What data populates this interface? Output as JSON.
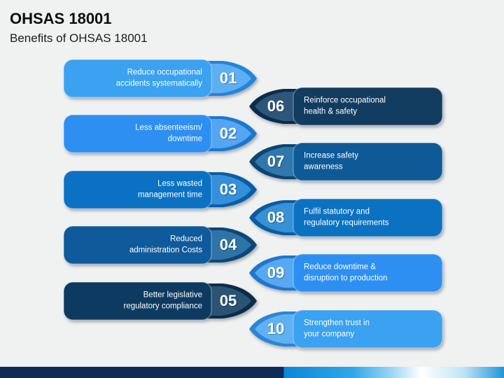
{
  "slide": {
    "title": "OHSAS 18001",
    "subtitle": "Benefits of OHSAS 18001",
    "background_color": "#f0f1f1",
    "footer_navy": "#0d2a58",
    "footer_blue": "#0c86d6"
  },
  "items": [
    {
      "number": "01",
      "side": "left",
      "lines": [
        "Reduce occupational",
        "accidents systematically"
      ],
      "body_color": "#3ba1f1",
      "arrow_outer": "#2484d8",
      "arrow_inner": "#5daff4"
    },
    {
      "number": "02",
      "side": "left",
      "lines": [
        "Less absenteeism/",
        "downtime"
      ],
      "body_color": "#2e8ff2",
      "arrow_outer": "#1c77cc",
      "arrow_inner": "#54a5f2"
    },
    {
      "number": "03",
      "side": "left",
      "lines": [
        "Less wasted",
        "management time"
      ],
      "body_color": "#0b72c3",
      "arrow_outer": "#0a5ea6",
      "arrow_inner": "#3490da"
    },
    {
      "number": "04",
      "side": "left",
      "lines": [
        "Reduced",
        "administration Costs"
      ],
      "body_color": "#0e5a9a",
      "arrow_outer": "#0b4677",
      "arrow_inner": "#2f74a8"
    },
    {
      "number": "05",
      "side": "left",
      "lines": [
        "Better legislative",
        "regulatory compliance"
      ],
      "body_color": "#0d3a60",
      "arrow_outer": "#0a2c49",
      "arrow_inner": "#2b5474"
    },
    {
      "number": "06",
      "side": "right",
      "lines": [
        "Reinforce occupational",
        "health & safety"
      ],
      "body_color": "#123c5f",
      "arrow_outer": "#0b2d4b",
      "arrow_inner": "#2e567a"
    },
    {
      "number": "07",
      "side": "right",
      "lines": [
        "Increase safety",
        "awareness"
      ],
      "body_color": "#0e5a97",
      "arrow_outer": "#0b4572",
      "arrow_inner": "#3077ab"
    },
    {
      "number": "08",
      "side": "right",
      "lines": [
        "Fulfil statutory and",
        "regulatory requirements"
      ],
      "body_color": "#0b72c1",
      "arrow_outer": "#095c9f",
      "arrow_inner": "#3890d6"
    },
    {
      "number": "09",
      "side": "right",
      "lines": [
        "Reduce downtime &",
        "disruption to production"
      ],
      "body_color": "#2e8ff2",
      "arrow_outer": "#2076c9",
      "arrow_inner": "#57a8f2"
    },
    {
      "number": "10",
      "side": "right",
      "lines": [
        "Strengthen trust in",
        "your company"
      ],
      "body_color": "#3ba1f1",
      "arrow_outer": "#2a86d4",
      "arrow_inner": "#5fb1f4"
    }
  ]
}
